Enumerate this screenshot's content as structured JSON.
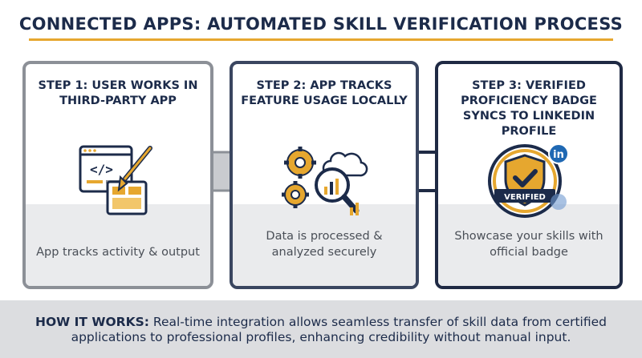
{
  "title": "CONNECTED APPS: AUTOMATED SKILL VERIFICATION PROCESS",
  "steps": [
    {
      "title": "STEP 1: USER WORKS IN THIRD-PARTY APP",
      "description": "App tracks activity & output",
      "icon": "code-and-paintbrush-icon"
    },
    {
      "title": "STEP 2: APP TRACKS FEATURE USAGE LOCALLY",
      "description": "Data is processed & analyzed securely",
      "icon": "gears-cloud-magnifier-icon"
    },
    {
      "title": "STEP 3: VERIFIED PROFICIENCY BADGE SYNCS TO LINKEDIN PROFILE",
      "description": "Showcase your skills with official badge",
      "icon": "verified-shield-badge-icon",
      "badge_text": "VERIFIED",
      "linkedin_text": "in"
    }
  ],
  "footer": {
    "label": "HOW IT WORKS:",
    "text": " Real-time integration allows seamless transfer of skill data from certified applications to professional profiles, enhancing credibility without manual input."
  },
  "colors": {
    "navy": "#1c2b4a",
    "accent": "#e6a72f",
    "gray": "#8c9097",
    "linkedin": "#1f68b3"
  }
}
